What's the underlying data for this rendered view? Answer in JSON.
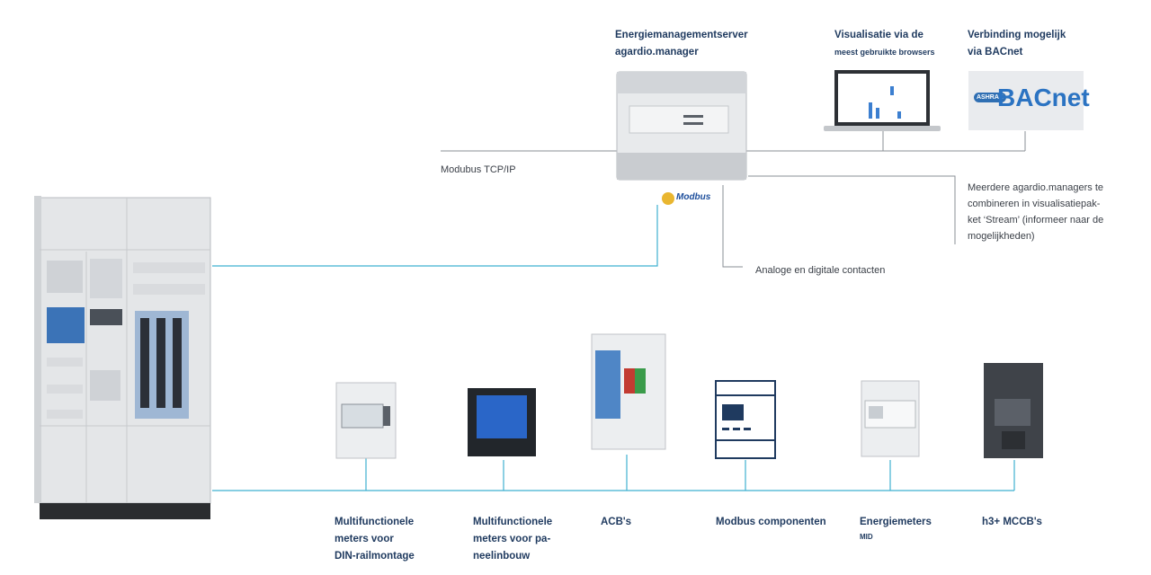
{
  "server": {
    "title": "Energiemanagementserver",
    "subtitle": "agardio.manager"
  },
  "visualisation": {
    "title": "Visualisatie via de",
    "subtitle": "meest gebruikte browsers"
  },
  "bacnet": {
    "title": "Verbinding mogelijk",
    "subtitle": "via BACnet",
    "logo_text": "BACnet",
    "logo_badge": "ASHRAE"
  },
  "modbus_logo": "Modbus",
  "connections": {
    "modbus_tcp": "Modubus TCP/IP",
    "analog": "Analoge en digitale contacten",
    "multi_manager": [
      "Meerdere agardio.managers te",
      "combineren in visualisatiepak-",
      "ket ‘Stream’ (informeer naar de",
      "mogelijkheden)"
    ]
  },
  "devices": [
    {
      "lines": [
        "Multifunctionele",
        "meters voor",
        "DIN-railmontage"
      ]
    },
    {
      "lines": [
        "Multifunctionele",
        "meters voor pa-",
        "neelinbouw"
      ]
    },
    {
      "lines": [
        "ACB's"
      ]
    },
    {
      "lines": [
        "Modbus componenten"
      ]
    },
    {
      "lines": [
        "Energiemeters"
      ],
      "sub": "MID"
    },
    {
      "lines": [
        "h3+ MCCB's"
      ]
    }
  ],
  "colors": {
    "accent_line": "#3fb0d0",
    "grey_line": "#8a8f96",
    "label": "#1f3a5f"
  }
}
